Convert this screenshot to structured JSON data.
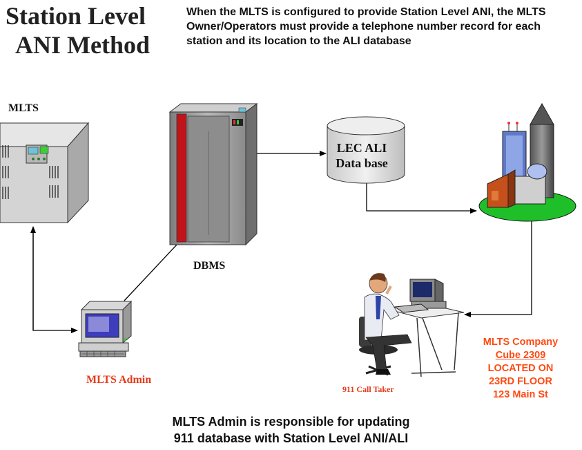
{
  "title": {
    "line1": "Station Level",
    "line2": "ANI Method"
  },
  "intro": "When the MLTS is configured to provide Station Level ANI, the MLTS Owner/Operators must provide a telephone number record for each station and its location to the ALI database",
  "labels": {
    "mlts": "MLTS",
    "dbms": "DBMS",
    "mlts_admin": "MLTS Admin",
    "call_taker": "911 Call Taker",
    "database_line1": "LEC ALI",
    "database_line2": "Data base"
  },
  "location": {
    "line1": "MLTS Company",
    "line2": "Cube 2309",
    "line3": "LOCATED ON",
    "line4": "23RD FLOOR",
    "line5": "123 Main St"
  },
  "footer": {
    "line1": "MLTS Admin is responsible for updating",
    "line2": "911 database with Station Level ANI/ALI"
  },
  "colors": {
    "accent_red": "#e53b1b",
    "location_orange": "#ff4a12",
    "ground_green": "#1fbf2a"
  },
  "icons": [
    "mlts-cabinet-icon",
    "dbms-server-icon",
    "database-cylinder-icon",
    "city-buildings-icon",
    "admin-computer-icon",
    "call-taker-workstation-icon"
  ]
}
